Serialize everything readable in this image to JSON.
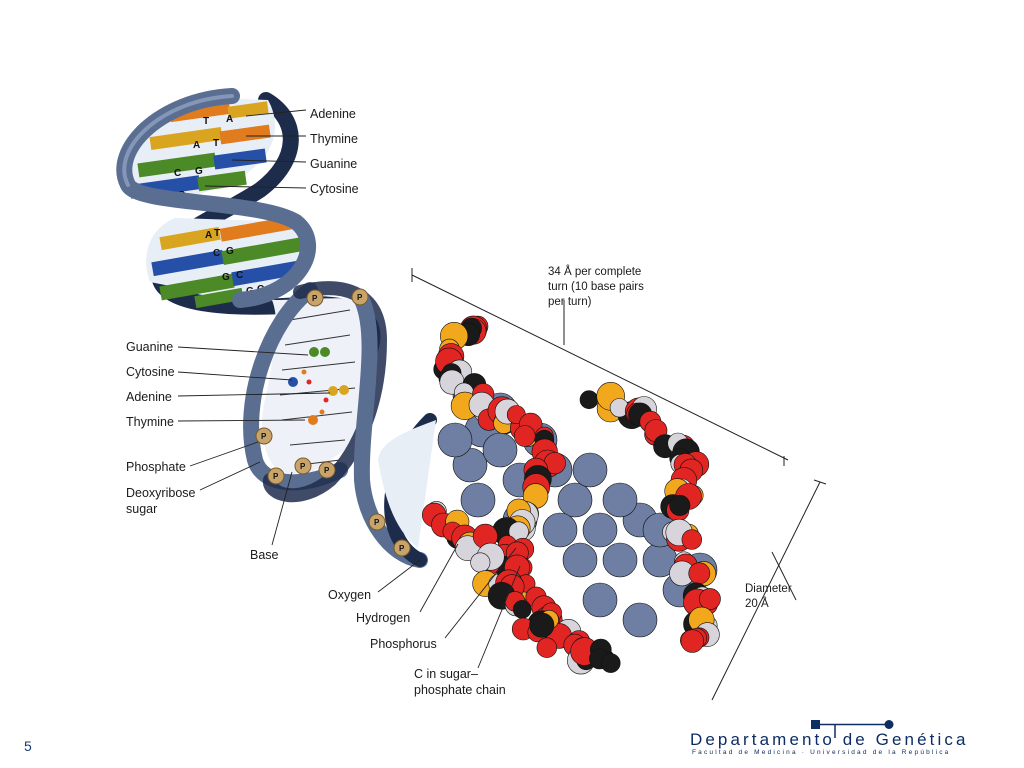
{
  "top_labels": {
    "adenine": "Adenine",
    "thymine": "Thymine",
    "guanine": "Guanine",
    "cytosine": "Cytosine"
  },
  "left_labels": {
    "guanine": "Guanine",
    "cytosine": "Cytosine",
    "adenine": "Adenine",
    "thymine": "Thymine",
    "phosphate": "Phosphate",
    "deoxyribose_line1": "Deoxyribose",
    "deoxyribose_line2": "sugar",
    "base": "Base"
  },
  "bottom_labels": {
    "oxygen": "Oxygen",
    "hydrogen": "Hydrogen",
    "phosphorus": "Phosphorus",
    "c_sugar_line1": "C in sugar–",
    "c_sugar_line2": "phosphate chain"
  },
  "turn_label": {
    "line1": "34 Å per complete",
    "line2": "turn (10 base pairs",
    "line3": "per turn)"
  },
  "diameter_label": {
    "line1": "Diameter",
    "line2": "20 Å"
  },
  "base_letters": {
    "pair1_left": "T",
    "pair1_right": "A",
    "pair2_left": "A",
    "pair2_right": "T",
    "pair3_left": "C",
    "pair3_right": "G",
    "pair4_left": "G",
    "pair4_right": "C",
    "pair5_left": "A",
    "pair5_right": "T",
    "pair6_left": "C",
    "pair6_right": "G",
    "pair7_left": "G",
    "pair7_right": "C",
    "pair8_left": "G",
    "pair8_right": "C"
  },
  "phosphate_symbol": "P",
  "colors": {
    "backbone": "#5a6e92",
    "backbone_dark": "#1e2c4c",
    "adenine": "#d9a521",
    "thymine": "#e07b1e",
    "guanine": "#4b8a26",
    "cytosine": "#2650a8",
    "atom_oxygen": "#e02523",
    "atom_phosphorus": "#f2a81d",
    "atom_hydrogen": "#d8d4dc",
    "atom_carbon": "#1a1a1a",
    "atom_base": "#6e7fa3",
    "brand": "#0d2d63"
  },
  "slide_number": "5",
  "branding": {
    "name": "Departamento de Genética",
    "subtitle": "Facultad de Medicina · Universidad de la República"
  }
}
